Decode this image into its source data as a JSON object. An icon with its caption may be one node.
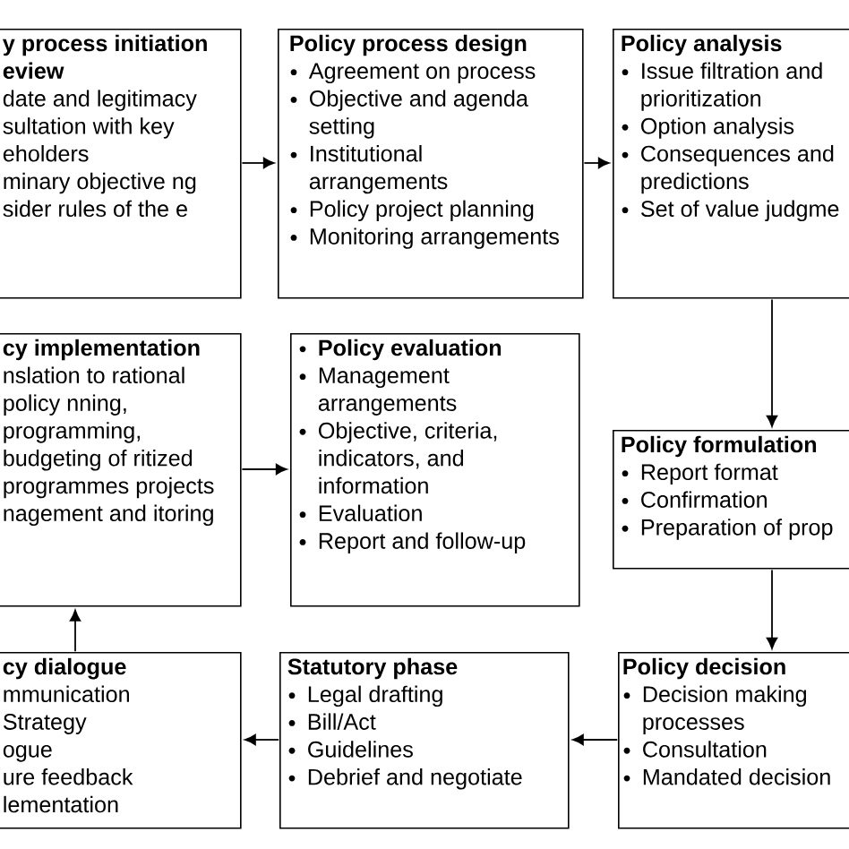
{
  "diagram": {
    "nodes": [
      {
        "text": [
          "y process initiation eview",
          "date and legitimacy",
          "sultation with key eholders",
          "minary objective ng",
          "sider rules of the e"
        ]
      },
      {
        "text": [
          "Policy process design",
          "Agreement on process",
          "Objective and agenda setting",
          "Institutional arrangements",
          "Policy project planning",
          "Monitoring arrangements"
        ]
      },
      {
        "text": [
          "Policy analysis",
          "Issue filtration and prioritization",
          "Option analysis",
          "Consequences and predictions",
          "Set of value judgme"
        ]
      },
      {
        "text": [
          "cy implementation",
          "nslation to rational policy nning, programming, budgeting of ritized programmes projects",
          "nagement and itoring"
        ]
      },
      {
        "text": [
          "Policy evaluation",
          "Management arrangements",
          "Objective, criteria, indicators, and information",
          "Evaluation",
          "Report and follow-up"
        ]
      },
      {
        "text": [
          "Policy formulation",
          "Report format",
          "Confirmation",
          "Preparation of prop"
        ]
      },
      {
        "text": [
          "cy dialogue",
          "mmunication Strategy",
          "ogue",
          "ure feedback",
          "lementation"
        ]
      },
      {
        "text": [
          "Statutory phase",
          "Legal drafting",
          "Bill/Act",
          "Guidelines",
          "Debrief and negotiate"
        ]
      },
      {
        "text": [
          "Policy decision",
          "Decision making processes",
          "Consultation",
          "Mandated decision"
        ]
      }
    ],
    "edges": [
      {
        "from": 0,
        "to": 1,
        "arrow": "to"
      },
      {
        "from": 1,
        "to": 2,
        "arrow": "to"
      },
      {
        "from": 2,
        "to": 5,
        "arrow": "to"
      },
      {
        "from": 5,
        "to": 8,
        "arrow": "to"
      },
      {
        "from": 8,
        "to": 7,
        "arrow": "to"
      },
      {
        "from": 7,
        "to": 6,
        "arrow": "to"
      },
      {
        "from": 6,
        "to": 3,
        "arrow": "to"
      },
      {
        "from": 3,
        "to": 4,
        "arrow": "to"
      }
    ]
  }
}
